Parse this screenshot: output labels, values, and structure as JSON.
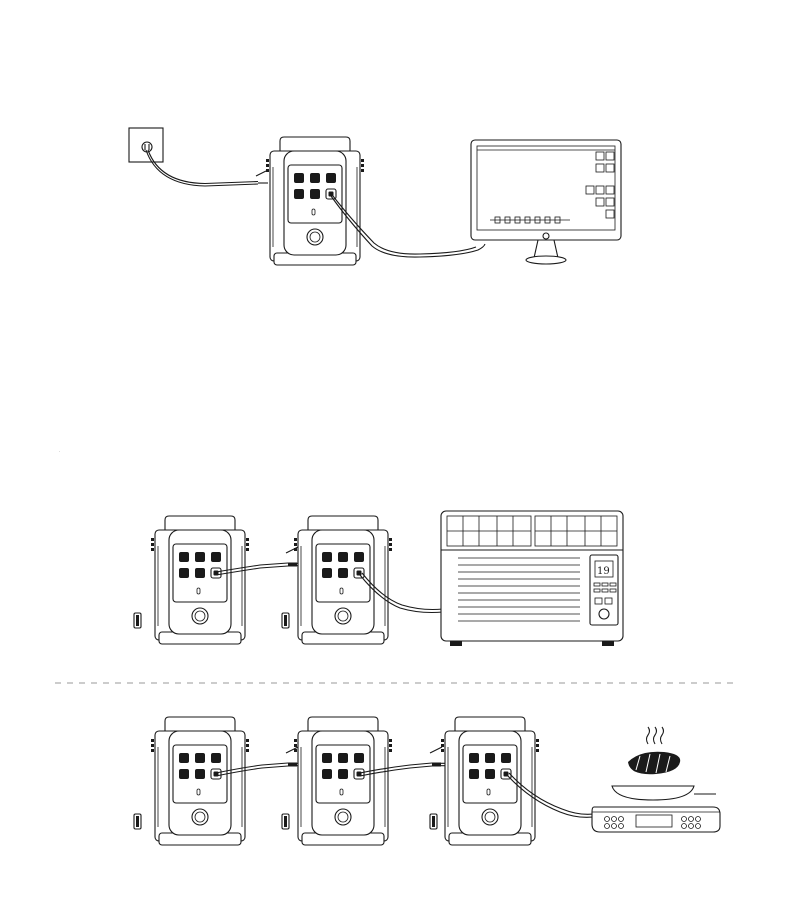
{
  "diagrams": [
    {
      "name": "wall-outlet-charging-and-monitor"
    },
    {
      "name": "two-stations-powering-air-conditioner"
    },
    {
      "name": "three-stations-powering-cooktop-scale"
    }
  ],
  "air_conditioner": {
    "display_value": "19"
  },
  "colors": {
    "line": "#1a1a1a",
    "divider": "#9a9a9a",
    "background": "#ffffff"
  }
}
